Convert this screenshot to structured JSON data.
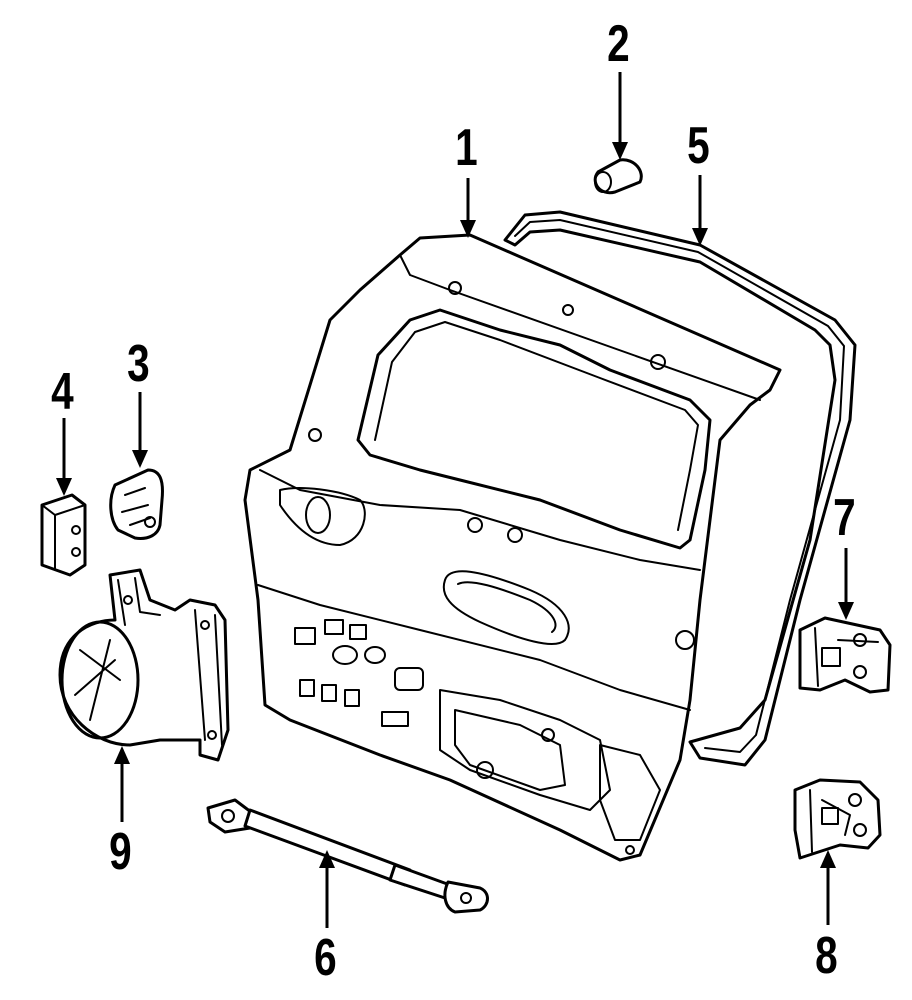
{
  "callouts": [
    {
      "id": "1",
      "label": "1",
      "part": "liftgate-panel"
    },
    {
      "id": "2",
      "label": "2",
      "part": "bumper-stop"
    },
    {
      "id": "3",
      "label": "3",
      "part": "latch-striker"
    },
    {
      "id": "4",
      "label": "4",
      "part": "bracket"
    },
    {
      "id": "5",
      "label": "5",
      "part": "weatherstrip-seal"
    },
    {
      "id": "6",
      "label": "6",
      "part": "lift-support-strut"
    },
    {
      "id": "7",
      "label": "7",
      "part": "upper-hinge"
    },
    {
      "id": "8",
      "label": "8",
      "part": "lower-hinge"
    },
    {
      "id": "9",
      "label": "9",
      "part": "lock-actuator-motor"
    }
  ]
}
